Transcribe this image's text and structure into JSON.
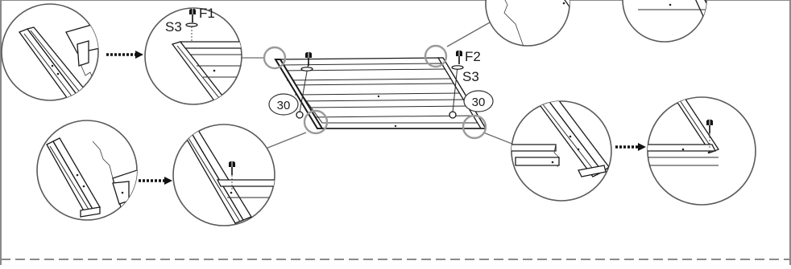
{
  "labels": {
    "screw_f1": "F1",
    "screw_f2": "F2",
    "washer_s3_left": "S3",
    "washer_s3_right": "S3",
    "callout_left": "30",
    "callout_right": "30"
  }
}
